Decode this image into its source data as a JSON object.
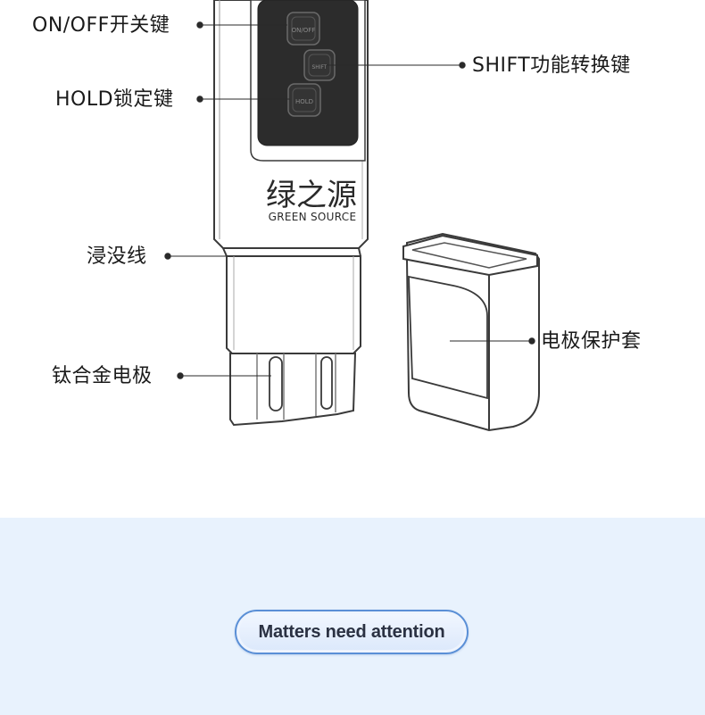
{
  "labels": {
    "on_off": "ON/OFF开关键",
    "hold": "HOLD锁定键",
    "shift": "SHIFT功能转换键",
    "immersion_line": "浸没线",
    "electrode": "钛合金电极",
    "cap": "电极保护套"
  },
  "device": {
    "button_on_off": "ON/OFF",
    "button_shift": "SHIFT",
    "button_hold": "HOLD",
    "brand_cn": "绿之源",
    "brand_en": "GREEN SOURCE"
  },
  "attention_button": "Matters need attention",
  "colors": {
    "bottom_bg": "#e8f2fd",
    "pill_border": "#5a8fd6",
    "display": "#2c2c2c"
  }
}
